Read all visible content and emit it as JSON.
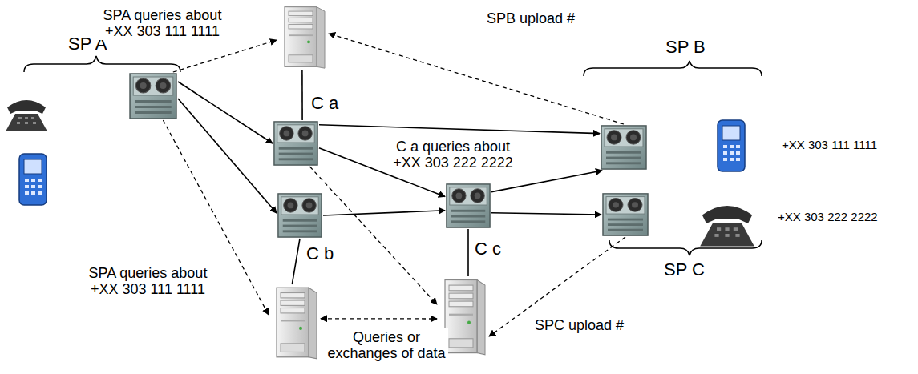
{
  "diagram": {
    "nodes": [
      {
        "text": [
          "SP A"
        ]
      },
      {
        "text": [
          "C a"
        ]
      },
      {
        "text": [
          "C b"
        ]
      },
      {
        "text": [
          "C c"
        ]
      },
      {
        "text": [
          "SP B"
        ]
      },
      {
        "text": [
          "SP C"
        ]
      },
      {
        "text": []
      },
      {
        "text": []
      },
      {
        "text": []
      }
    ],
    "edges": [
      {
        "from": 0,
        "to": 1,
        "arrow": "to"
      },
      {
        "from": 0,
        "to": 2,
        "arrow": "to"
      },
      {
        "from": 1,
        "to": 4,
        "arrow": "to"
      },
      {
        "from": 1,
        "to": 3,
        "arrow": "to"
      },
      {
        "from": 2,
        "to": 3,
        "arrow": "to"
      },
      {
        "from": 3,
        "to": 4,
        "arrow": "to"
      },
      {
        "from": 3,
        "to": 5,
        "arrow": "to"
      },
      {
        "from": 6,
        "to": 1,
        "arrow": "none"
      },
      {
        "from": 2,
        "to": 7,
        "arrow": "none"
      },
      {
        "from": 3,
        "to": 8,
        "arrow": "none"
      },
      {
        "from": 0,
        "to": 6,
        "arrow": "to",
        "label": "SPA queries about +XX 303 111 1111"
      },
      {
        "from": 4,
        "to": 6,
        "arrow": "to",
        "label": "SPB upload #"
      },
      {
        "from": 0,
        "to": 7,
        "arrow": "to",
        "label": "SPA queries about +XX 303 111 1111"
      },
      {
        "from": 1,
        "to": 8,
        "arrow": "to",
        "label": "C a queries about +XX 303 222 2222"
      },
      {
        "from": 7,
        "to": 8,
        "arrow": "both",
        "label": "Queries or exchanges of data"
      },
      {
        "from": 5,
        "to": 8,
        "arrow": "to",
        "label": "SPC upload #"
      }
    ],
    "labels": [
      "+XX 303 111 1111",
      "+XX 303 222 2222"
    ]
  }
}
